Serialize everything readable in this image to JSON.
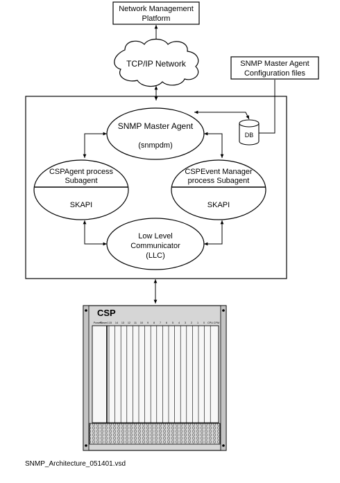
{
  "nodes": {
    "nmp": {
      "line1": "Network Management",
      "line2": "Platform"
    },
    "tcpip": {
      "label": "TCP/IP Network"
    },
    "config": {
      "line1": "SNMP Master Agent",
      "line2": "Configuration files"
    },
    "db": {
      "label": "DB"
    },
    "master": {
      "line1": "SNMP Master Agent",
      "line2": "(snmpdm)"
    },
    "cspagent": {
      "line1": "CSPAgent process",
      "line2": "Subagent",
      "line3": "SKAPI"
    },
    "cspevent": {
      "line1": "CSPEvent Manager",
      "line2": "process Subagent",
      "line3": "SKAPI"
    },
    "llc": {
      "line1": "Low Level",
      "line2": "Communicator",
      "line3": "(LLC)"
    }
  },
  "chassis": {
    "title": "CSP",
    "slot_labels": [
      "Power2",
      "Power1",
      "15",
      "14",
      "13",
      "12",
      "11",
      "10",
      "9",
      "8",
      "7",
      "6",
      "5",
      "4",
      "3",
      "2",
      "1",
      "0",
      "CPU",
      "CPM"
    ]
  },
  "footer": {
    "filename": "SNMP_Architecture_051401.vsd"
  }
}
